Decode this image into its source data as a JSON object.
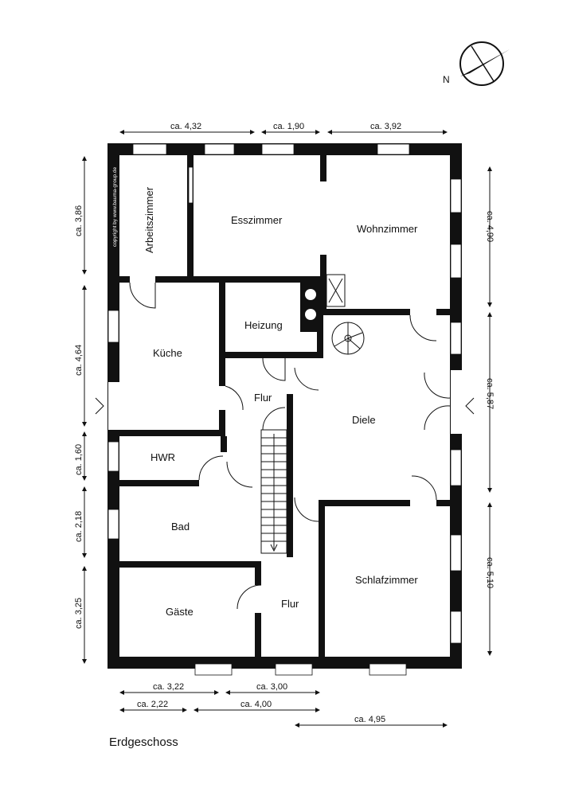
{
  "title": "Erdgeschoss",
  "copyright": "copyright by www.bauma-group.de",
  "compass": {
    "label": "N"
  },
  "rooms": {
    "arbeitszimmer": "Arbeitszimmer",
    "esszimmer": "Esszimmer",
    "wohnzimmer": "Wohnzimmer",
    "heizung": "Heizung",
    "kueche": "Küche",
    "flur_top": "Flur",
    "diele": "Diele",
    "hwr": "HWR",
    "bad": "Bad",
    "gaeste": "Gäste",
    "flur_bottom": "Flur",
    "schlafzimmer": "Schlafzimmer"
  },
  "dimensions": {
    "top": [
      "ca. 4,32",
      "ca. 1,90",
      "ca. 3,92"
    ],
    "left": [
      "ca. 3,86",
      "ca. 4,64",
      "ca. 1,60",
      "ca. 2,18",
      "ca. 3,25"
    ],
    "right": [
      "ca. 4,90",
      "ca. 5,87",
      "ca. 5,10"
    ],
    "bottom_row1": [
      "ca. 3,22",
      "ca. 3,00"
    ],
    "bottom_row2": [
      "ca. 2,22",
      "ca. 4,00"
    ],
    "bottom_row3": [
      "ca. 4,95"
    ]
  }
}
